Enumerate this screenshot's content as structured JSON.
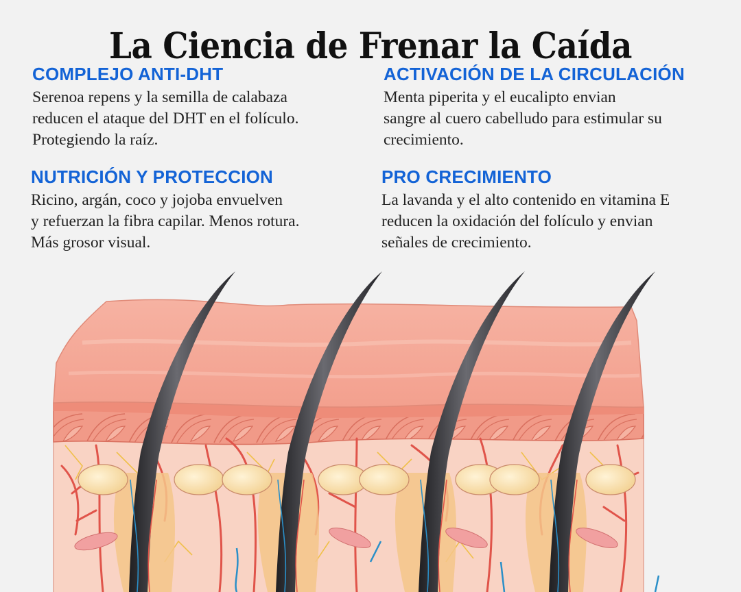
{
  "title": "La Ciencia de Frenar la Caída",
  "sections": [
    {
      "heading": "COMPLEJO ANTI-DHT",
      "body": "Serenoa repens y la semilla de calabaza\nreducen el ataque del DHT en el folículo.\nProtegiendo la raíz."
    },
    {
      "heading": "ACTIVACIÓN DE LA CIRCULACIÓN",
      "body": "Menta piperita y el eucalipto envian\nsangre al cuero cabelludo para estimular su\ncrecimiento."
    },
    {
      "heading": "NUTRICIÓN Y PROTECCION",
      "body": "Ricino, argán, coco y jojoba envuelven\ny refuerzan la fibra capilar. Menos rotura.\nMás grosor visual."
    },
    {
      "heading": "PRO CRECIMIENTO",
      "body": "La lavanda y el alto contenido en vitamina E\nreducen la oxidación del folículo y envian\nseñales de crecimiento."
    }
  ],
  "illustration": {
    "subject": "skin-cross-section-with-hair-follicles",
    "hair_count": 4
  },
  "colors": {
    "background": "#f2f2f2",
    "heading_blue": "#1363d6",
    "body_text": "#222222",
    "skin_top": "#f4a595",
    "skin_dermis": "#f9d2c4",
    "vessel_red": "#e0544a",
    "nerve_yellow": "#f0c04a",
    "vein_blue": "#2a8fc8",
    "hair": "#3a3a3e"
  }
}
